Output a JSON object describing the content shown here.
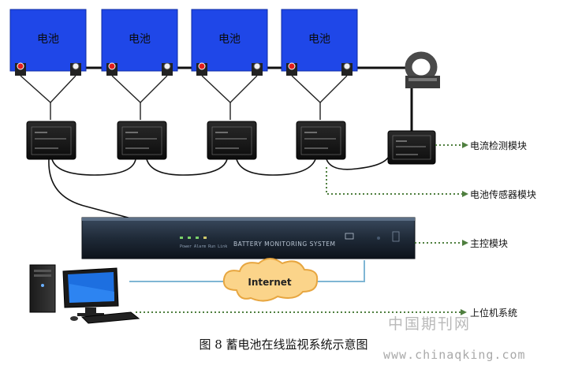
{
  "batteries": [
    {
      "label": "电池"
    },
    {
      "label": "电池"
    },
    {
      "label": "电池"
    },
    {
      "label": "电池"
    }
  ],
  "labels": {
    "current_module": "电流检测模块",
    "battery_sensor": "电池传感器模块",
    "main_control": "主控模块",
    "host_system": "上位机系统"
  },
  "internet": "Internet",
  "controller_text": "BATTERY MONITORING SYSTEM",
  "caption": "图 8 蓄电池在线监视系统示意图",
  "watermark": {
    "cn": "中国期刊网",
    "url": "www.chinaqking.com"
  },
  "colors": {
    "battery_blue": "#1f47e8",
    "leader_green": "#4f7f3f",
    "link_blue": "#7fb6d4"
  }
}
